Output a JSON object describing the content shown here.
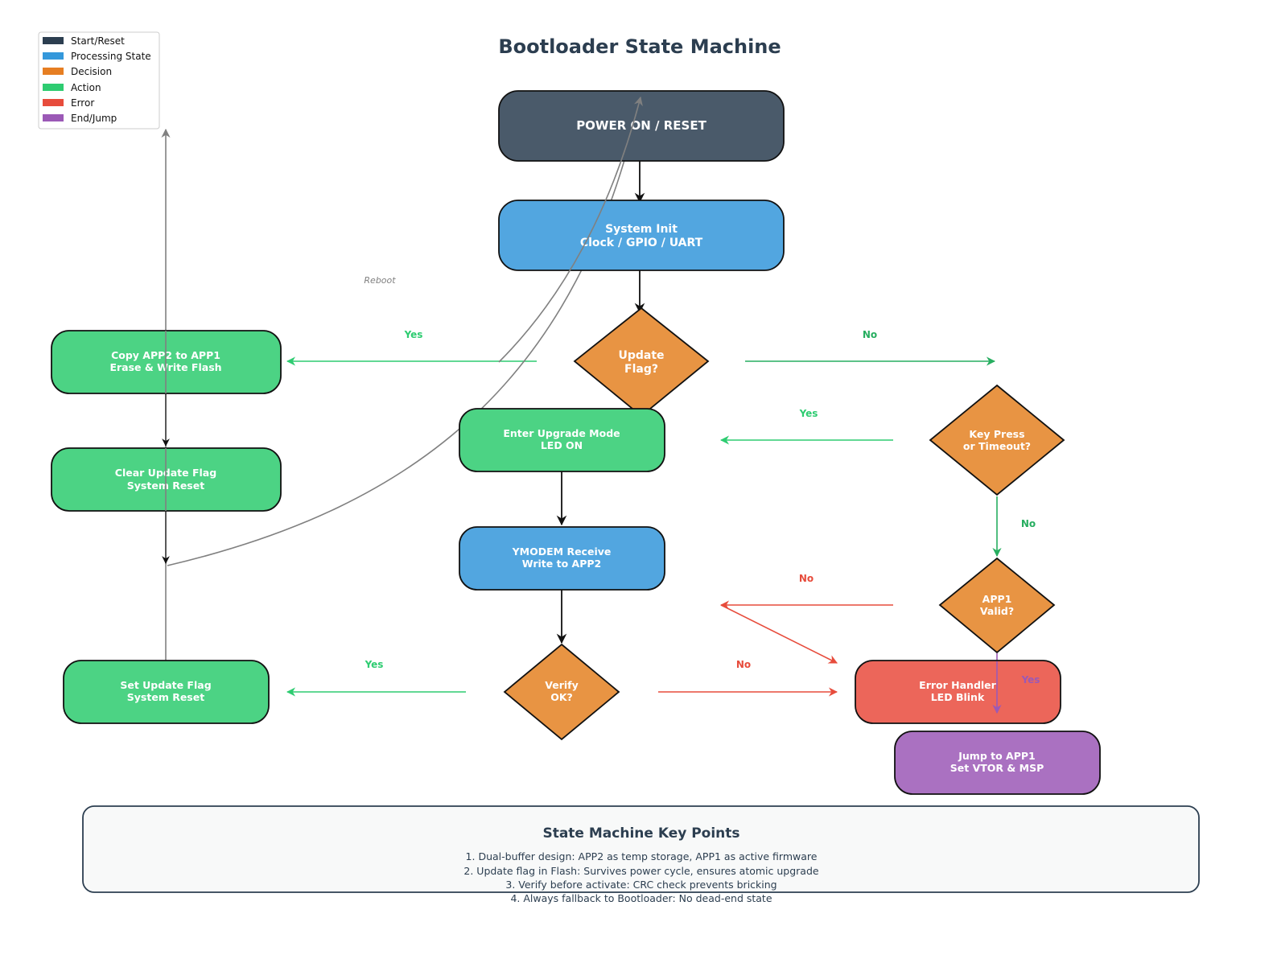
{
  "title": "Bootloader State Machine",
  "colors": {
    "start": "#4a5a6a",
    "processing": "#52a6e0",
    "decision": "#e89443",
    "action": "#4cd384",
    "error": "#ec665a",
    "end": "#aa71c1",
    "yes_green": "#2ecc71",
    "no_green": "#27ae60",
    "no_red": "#e74c3c",
    "yes_purple": "#9b59b6",
    "reboot_gray": "#808080"
  },
  "legend": [
    {
      "label": "Start/Reset",
      "color": "#2c3e50"
    },
    {
      "label": "Processing State",
      "color": "#3498db"
    },
    {
      "label": "Decision",
      "color": "#e67e22"
    },
    {
      "label": "Action",
      "color": "#2ecc71"
    },
    {
      "label": "Error",
      "color": "#e74c3c"
    },
    {
      "label": "End/Jump",
      "color": "#9b59b6"
    }
  ],
  "nodes": {
    "power_on": {
      "line1": "POWER ON / RESET",
      "line2": ""
    },
    "system_init": {
      "line1": "System Init",
      "line2": "Clock / GPIO / UART"
    },
    "update_flag": {
      "line1": "Update",
      "line2": "Flag?"
    },
    "copy_app2": {
      "line1": "Copy APP2 to APP1",
      "line2": "Erase & Write Flash"
    },
    "clear_flag": {
      "line1": "Clear Update Flag",
      "line2": "System Reset"
    },
    "enter_upgrade": {
      "line1": "Enter Upgrade Mode",
      "line2": "LED ON"
    },
    "key_press": {
      "line1": "Key Press",
      "line2": "or Timeout?"
    },
    "ymodem": {
      "line1": "YMODEM Receive",
      "line2": "Write to APP2"
    },
    "app1_valid": {
      "line1": "APP1",
      "line2": "Valid?"
    },
    "verify": {
      "line1": "Verify",
      "line2": "OK?"
    },
    "set_flag": {
      "line1": "Set Update Flag",
      "line2": "System Reset"
    },
    "error_handler": {
      "line1": "Error Handler",
      "line2": "LED Blink"
    },
    "jump_app1": {
      "line1": "Jump to APP1",
      "line2": "Set VTOR & MSP"
    }
  },
  "edge_labels": {
    "update_yes": "Yes",
    "update_no": "No",
    "key_yes": "Yes",
    "key_no": "No",
    "app1_no": "No",
    "app1_yes": "Yes",
    "verify_yes": "Yes",
    "verify_no": "No",
    "reboot": "Reboot"
  },
  "notes": {
    "title": "State Machine Key Points",
    "lines": [
      "1. Dual-buffer design: APP2 as temp storage, APP1 as active firmware",
      "2. Update flag in Flash: Survives power cycle, ensures atomic upgrade",
      "3. Verify before activate: CRC check prevents bricking",
      "4. Always fallback to Bootloader: No dead-end state"
    ]
  }
}
